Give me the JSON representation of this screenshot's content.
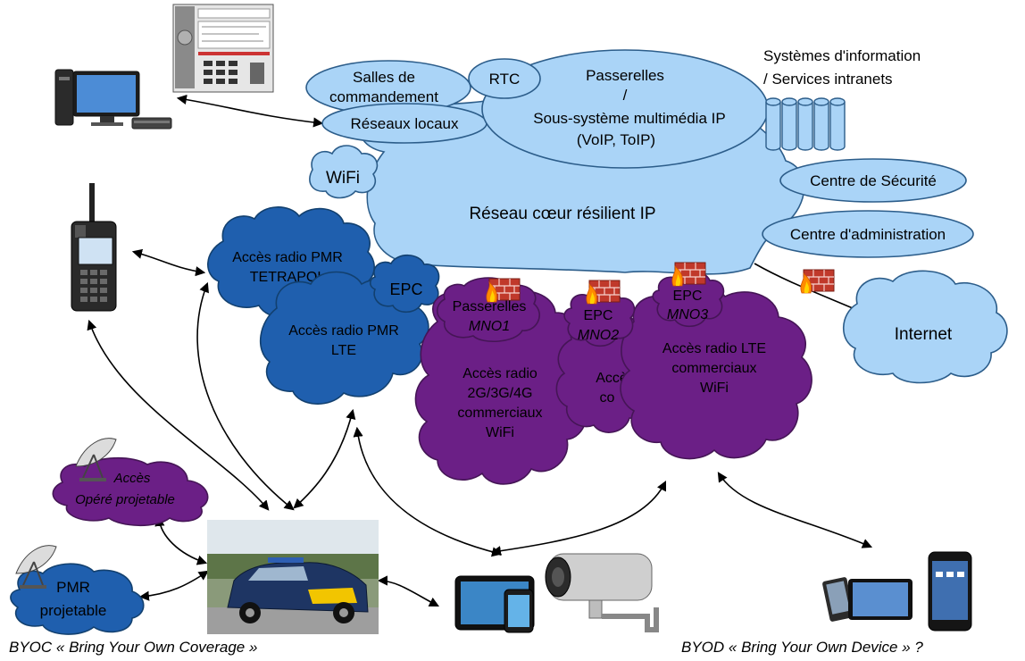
{
  "core": {
    "salles": [
      "Salles de",
      "commandement"
    ],
    "rtc": "RTC",
    "passerelles": [
      "Passerelles",
      "/",
      "Sous-système multimédia IP",
      "(VoIP, ToIP)"
    ],
    "reseaux_locaux": "Réseaux locaux",
    "wifi": "WiFi",
    "reseau_coeur": "Réseau cœur résilient IP",
    "centre_securite": "Centre de Sécurité",
    "centre_admin": "Centre d'administration",
    "si": [
      "Systèmes d'information",
      "/ Services intranets"
    ]
  },
  "pmr": {
    "tetrapol": [
      "Accès radio PMR",
      "TETRAPOL"
    ],
    "epc": "EPC",
    "lte": [
      "Accès radio PMR",
      "LTE"
    ]
  },
  "commercial": {
    "mno1_title": "Passerelles",
    "mno1_sub": "MNO1",
    "mno2_title": "EPC",
    "mno2_sub": "MNO2",
    "mno3_title": "EPC",
    "mno3_sub": "MNO3",
    "acces_2g": [
      "Accès radio",
      "2G/3G/4G",
      "commerciaux",
      "WiFi"
    ],
    "acces_mid": [
      "Accè",
      "co"
    ],
    "acces_lte": [
      "Accès radio LTE",
      "commerciaux",
      "WiFi"
    ]
  },
  "internet": "Internet",
  "byoc_cloud": {
    "acces": [
      "Accès",
      "Opéré projetable"
    ],
    "pmr": [
      "PMR",
      "projetable"
    ]
  },
  "captions": {
    "byoc": "BYOC «  Bring Your Own Coverage »",
    "byod": "BYOD «  Bring Your Own Device » ?"
  },
  "colors": {
    "core_cloud": "#aad4f7",
    "pmr_cloud": "#1f5fae",
    "commercial_cloud": "#6b1f86",
    "firewall": "#c0392b"
  },
  "icons": [
    "desktop-computer-icon",
    "radio-console-icon",
    "handheld-radio-icon",
    "satellite-dish-icon",
    "police-car-photo",
    "tablet-phone-icon",
    "security-camera-icon",
    "byod-devices-icon",
    "firewall-icon",
    "database-cylinder-icon"
  ]
}
